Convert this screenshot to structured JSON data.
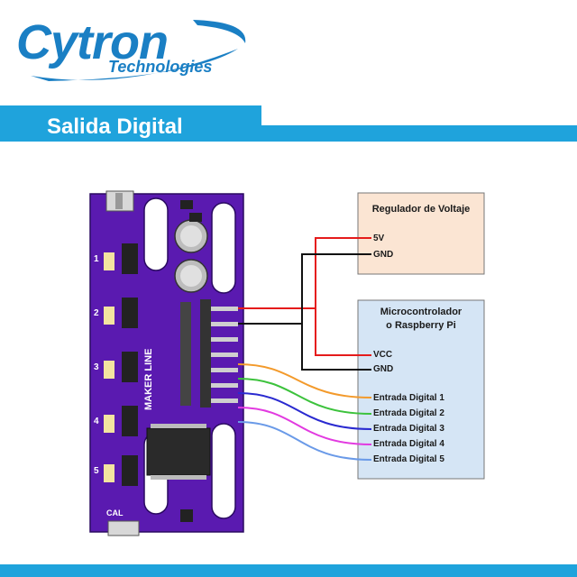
{
  "brand": {
    "name": "Cytron",
    "tagline": "Technologies",
    "color": "#1a7fc4"
  },
  "banner": {
    "title": "Salida Digital",
    "color": "#1fa3dc"
  },
  "board": {
    "silkscreen_name": "MAKER LINE",
    "channel_labels": [
      "1",
      "2",
      "3",
      "4",
      "5"
    ],
    "button_label": "CAL",
    "pcb_color": "#5a1ab0"
  },
  "voltage_regulator": {
    "title": "Regulador de Voltaje",
    "pins": [
      "5V",
      "GND"
    ],
    "fill": "#fbe5d3"
  },
  "microcontroller": {
    "title_line1": "Microcontrolador",
    "title_line2": "o Raspberry Pi",
    "pins": [
      "VCC",
      "GND",
      "Entrada Digital 1",
      "Entrada Digital 2",
      "Entrada Digital 3",
      "Entrada Digital 4",
      "Entrada Digital 5"
    ],
    "fill": "#d5e5f5"
  },
  "wire_colors": {
    "power": "#e51b1b",
    "ground": "#111111",
    "d1": "#f39a2b",
    "d2": "#3cc23c",
    "d3": "#2a2ad0",
    "d4": "#e23ae0",
    "d5": "#6a9ae8"
  }
}
